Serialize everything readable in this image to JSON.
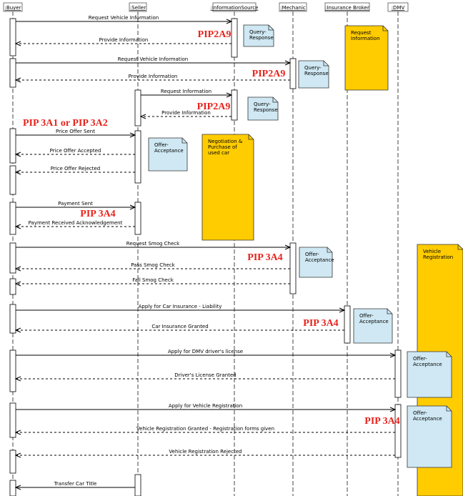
{
  "colors": {
    "note_blue": "#cfe8f3",
    "note_yellow": "#ffcc00",
    "pip_red": "#e8231c",
    "line": "#000000"
  },
  "actors": [
    {
      "id": "buyer",
      "label": ":Buyer"
    },
    {
      "id": "seller",
      "label": ":Seller"
    },
    {
      "id": "info",
      "label": ":InformationSource"
    },
    {
      "id": "mechanic",
      "label": ":Mechanic"
    },
    {
      "id": "broker",
      "label": ":Insurance Broker"
    },
    {
      "id": "dmv",
      "label": ":DMV"
    }
  ],
  "messages": [
    {
      "label": "Request Vehicle Information",
      "from": "buyer",
      "to": "info",
      "dashed": false
    },
    {
      "label": "Provide Information",
      "from": "info",
      "to": "buyer",
      "dashed": true
    },
    {
      "label": "Request Vehicle Information",
      "from": "buyer",
      "to": "mechanic",
      "dashed": false
    },
    {
      "label": "Provide Information",
      "from": "mechanic",
      "to": "buyer",
      "dashed": true
    },
    {
      "label": "Request Information",
      "from": "seller",
      "to": "info",
      "dashed": false
    },
    {
      "label": "Provide Information",
      "from": "info",
      "to": "seller",
      "dashed": true
    },
    {
      "label": "Price Offer Sent",
      "from": "buyer",
      "to": "seller",
      "dashed": false
    },
    {
      "label": "Price Offer Accepted",
      "from": "seller",
      "to": "buyer",
      "dashed": true
    },
    {
      "label": "Price Offer Rejected",
      "from": "seller",
      "to": "buyer",
      "dashed": true
    },
    {
      "label": "Payment Sent",
      "from": "buyer",
      "to": "seller",
      "dashed": false
    },
    {
      "label": "Payment Received Acknowledgement",
      "from": "seller",
      "to": "buyer",
      "dashed": true
    },
    {
      "label": "Request Smog Check",
      "from": "buyer",
      "to": "mechanic",
      "dashed": false
    },
    {
      "label": "Pass Smog Check",
      "from": "mechanic",
      "to": "buyer",
      "dashed": true
    },
    {
      "label": "Fail Smog Check",
      "from": "mechanic",
      "to": "buyer",
      "dashed": true
    },
    {
      "label": "Apply for Car Insurance - Liability",
      "from": "buyer",
      "to": "broker",
      "dashed": false
    },
    {
      "label": "Car Insurance Granted",
      "from": "broker",
      "to": "buyer",
      "dashed": true
    },
    {
      "label": "Apply for DMV driver's license",
      "from": "buyer",
      "to": "dmv",
      "dashed": false
    },
    {
      "label": "Driver's License Granted",
      "from": "dmv",
      "to": "buyer",
      "dashed": true
    },
    {
      "label": "Apply for Vehicle Registration",
      "from": "buyer",
      "to": "dmv",
      "dashed": false
    },
    {
      "label": "Vehicle Registration Granted - Registration forms given",
      "from": "dmv",
      "to": "buyer",
      "dashed": true
    },
    {
      "label": "Vehicle Registration Rejected",
      "from": "dmv",
      "to": "buyer",
      "dashed": true
    },
    {
      "label": "Transfer Car Title",
      "from": "seller",
      "to": "buyer",
      "dashed": false
    }
  ],
  "notes": [
    {
      "lines": [
        "Query-",
        "Response"
      ],
      "color": "blue"
    },
    {
      "lines": [
        "Request",
        "Information"
      ],
      "color": "yellow"
    },
    {
      "lines": [
        "Query-",
        "Response"
      ],
      "color": "blue"
    },
    {
      "lines": [
        "Query-",
        "Response"
      ],
      "color": "blue"
    },
    {
      "lines": [
        "Offer-",
        "Acceptance"
      ],
      "color": "blue"
    },
    {
      "lines": [
        "Negotiation &",
        "Purchase of",
        "used car"
      ],
      "color": "yellow"
    },
    {
      "lines": [
        "Offer-",
        "Acceptance"
      ],
      "color": "blue"
    },
    {
      "lines": [
        "Vehicle",
        "Registration"
      ],
      "color": "yellow"
    },
    {
      "lines": [
        "Offer-",
        "Acceptance"
      ],
      "color": "blue"
    },
    {
      "lines": [
        "Offer-",
        "Acceptance"
      ],
      "color": "blue"
    },
    {
      "lines": [
        "Offer-",
        "Acceptance"
      ],
      "color": "blue"
    }
  ],
  "pips": [
    "PIP2A9",
    "PIP2A9",
    "PIP2A9",
    "PIP 3A1 or PIP 3A2",
    "PIP 3A4",
    "PIP 3A4",
    "PIP 3A4",
    "PIP 3A4"
  ]
}
